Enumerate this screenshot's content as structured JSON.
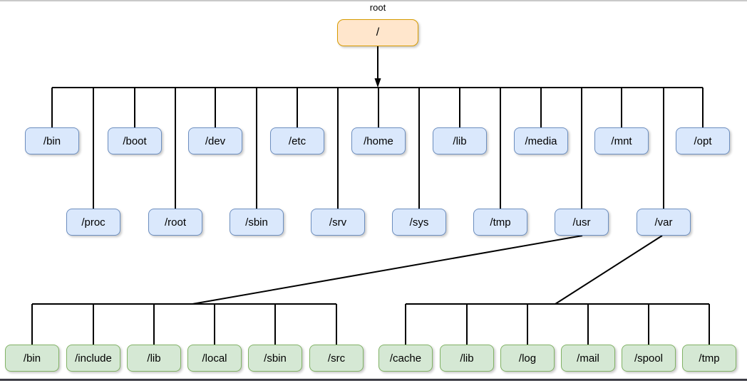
{
  "tree": {
    "root": {
      "caption": "root",
      "label": "/"
    },
    "level1": [
      "/bin",
      "/boot",
      "/dev",
      "/etc",
      "/home",
      "/lib",
      "/media",
      "/mnt",
      "/opt"
    ],
    "level2": [
      "/proc",
      "/root",
      "/sbin",
      "/srv",
      "/sys",
      "/tmp",
      "/usr",
      "/var"
    ],
    "usr_children": [
      "/bin",
      "/include",
      "/lib",
      "/local",
      "/sbin",
      "/src"
    ],
    "var_children": [
      "/cache",
      "/lib",
      "/log",
      "/mail",
      "/spool",
      "/tmp"
    ]
  },
  "colors": {
    "root_fill": "#ffe6cc",
    "root_border": "#d79b00",
    "dir_fill": "#dae8fc",
    "dir_border": "#6c8ebf",
    "subdir_fill": "#d5e8d4",
    "subdir_border": "#82b366",
    "connector": "#000000",
    "top_edge": "#c9c9c9",
    "bottom_edge": "#3e3e47"
  }
}
